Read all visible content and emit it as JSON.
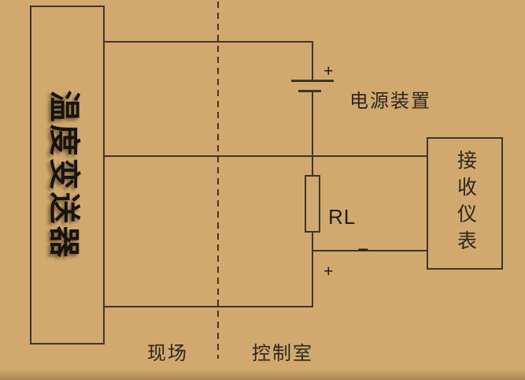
{
  "diagram": {
    "transmitter": {
      "label": "温度变送器"
    },
    "power_supply": {
      "label": "电源装置",
      "polarity_plus": "+"
    },
    "load_resistor": {
      "label": "RL"
    },
    "receiver": {
      "label": "接收仪表"
    },
    "output": {
      "polarity_plus": "+",
      "polarity_minus": "−"
    },
    "zones": {
      "field": "现场",
      "control_room": "控制室"
    }
  },
  "colors": {
    "background": "#d1a96f",
    "line": "#3e352a",
    "ink": "#2e261c"
  }
}
